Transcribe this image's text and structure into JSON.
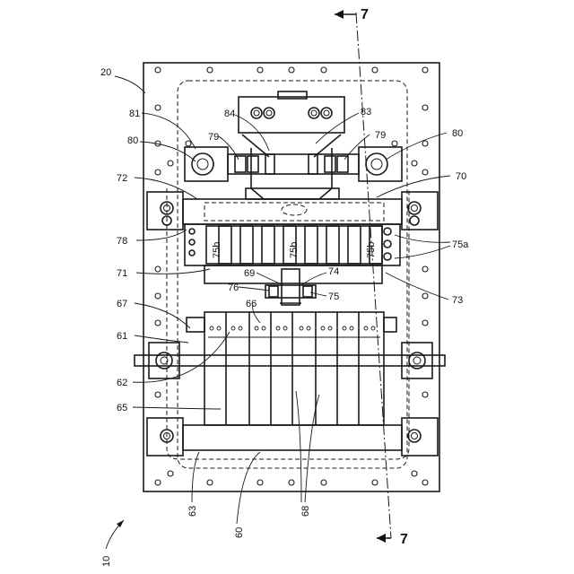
{
  "figure": {
    "section_marker": "7",
    "labels": {
      "l10": "10",
      "l20": "20",
      "l81": "81",
      "l80a": "80",
      "l79a": "79",
      "l84": "84",
      "l83": "83",
      "l79b": "79",
      "l80b": "80",
      "l72": "72",
      "l70": "70",
      "l78": "78",
      "l75a": "75a",
      "l75b1": "75b",
      "l75b2": "75b",
      "l75b3": "75b",
      "l71": "71",
      "l69": "69",
      "l74": "74",
      "l76": "76",
      "l75": "75",
      "l73": "73",
      "l67": "67",
      "l66": "66",
      "l61": "61",
      "l62": "62",
      "l65": "65",
      "l63": "63",
      "l60": "60",
      "l68": "68"
    }
  }
}
